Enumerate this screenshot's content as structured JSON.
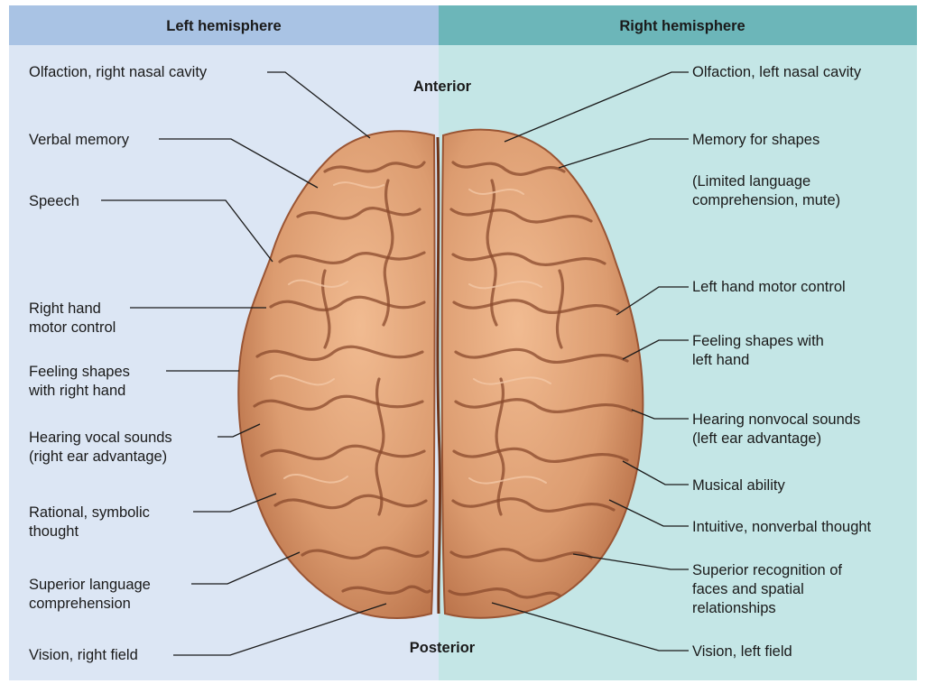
{
  "headers": {
    "left": "Left hemisphere",
    "right": "Right hemisphere"
  },
  "orientation": {
    "anterior": "Anterior",
    "posterior": "Posterior"
  },
  "left_labels": {
    "olfaction": [
      "Olfaction, right nasal cavity"
    ],
    "verbal_memory": [
      "Verbal memory"
    ],
    "speech": [
      "Speech"
    ],
    "right_hand_motor": [
      "Right hand",
      "motor control"
    ],
    "feeling_shapes": [
      "Feeling shapes",
      "with right hand"
    ],
    "hearing_vocal": [
      "Hearing vocal sounds",
      "(right ear advantage)"
    ],
    "rational_thought": [
      "Rational, symbolic",
      "thought"
    ],
    "language_comprehension": [
      "Superior language",
      "comprehension"
    ],
    "vision": [
      "Vision, right field"
    ]
  },
  "right_labels": {
    "olfaction": [
      "Olfaction, left nasal cavity"
    ],
    "memory_shapes": [
      "Memory for shapes"
    ],
    "limited_language": [
      "(Limited language",
      "comprehension, mute)"
    ],
    "left_hand_motor": [
      "Left hand motor control"
    ],
    "feeling_shapes": [
      "Feeling shapes with",
      "left hand"
    ],
    "hearing_nonvocal": [
      "Hearing nonvocal sounds",
      "(left ear advantage)"
    ],
    "musical": [
      "Musical ability"
    ],
    "intuitive": [
      "Intuitive, nonverbal thought"
    ],
    "faces": [
      "Superior recognition of",
      "faces and spatial",
      "relationships"
    ],
    "vision": [
      "Vision, left field"
    ]
  },
  "colors": {
    "left_header_bg": "#a9c3e4",
    "right_header_bg": "#6cb6b9",
    "left_panel_bg": "#dce6f4",
    "right_panel_bg": "#c4e6e6",
    "brain_fill": "#d99a6e",
    "brain_shadow": "#a85f3a",
    "sulcus": "#8a4a2c"
  }
}
